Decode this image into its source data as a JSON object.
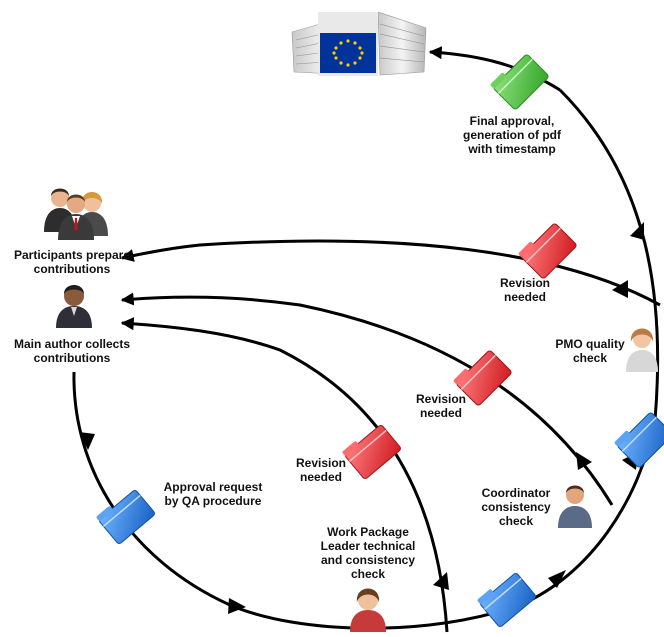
{
  "labels": {
    "final_approval": [
      "Final approval,",
      "generation of pdf",
      "with timestamp"
    ],
    "participants": [
      "Participants prepare",
      "contributions"
    ],
    "main_author": [
      "Main author collects",
      "contributions"
    ],
    "revision_top": [
      "Revision",
      "needed"
    ],
    "pmo": [
      "PMO quality",
      "check"
    ],
    "revision_mid": [
      "Revision",
      "needed"
    ],
    "revision_low": [
      "Revision",
      "needed"
    ],
    "approval_request": [
      "Approval request",
      "by QA procedure"
    ],
    "coordinator": [
      "Coordinator",
      "consistency",
      "check"
    ],
    "wp_leader": [
      "Work Package",
      "Leader technical",
      "and consistency",
      "check"
    ]
  },
  "icons": {
    "eu_building": "eu-commission-building-icon",
    "eu_flag": "eu-flag-icon",
    "group": "group-of-people-icon",
    "author": "person-icon",
    "pmo": "person-icon",
    "coordinator": "person-icon",
    "wp_leader": "person-icon",
    "folder": "folder-icon"
  },
  "colors": {
    "approved_folder": "#4ec23f",
    "revision_folder": "#e8272c",
    "process_folder": "#1f78d6",
    "eu_flag_blue": "#003399",
    "eu_star": "#ffcc00",
    "arrow": "#000000"
  }
}
